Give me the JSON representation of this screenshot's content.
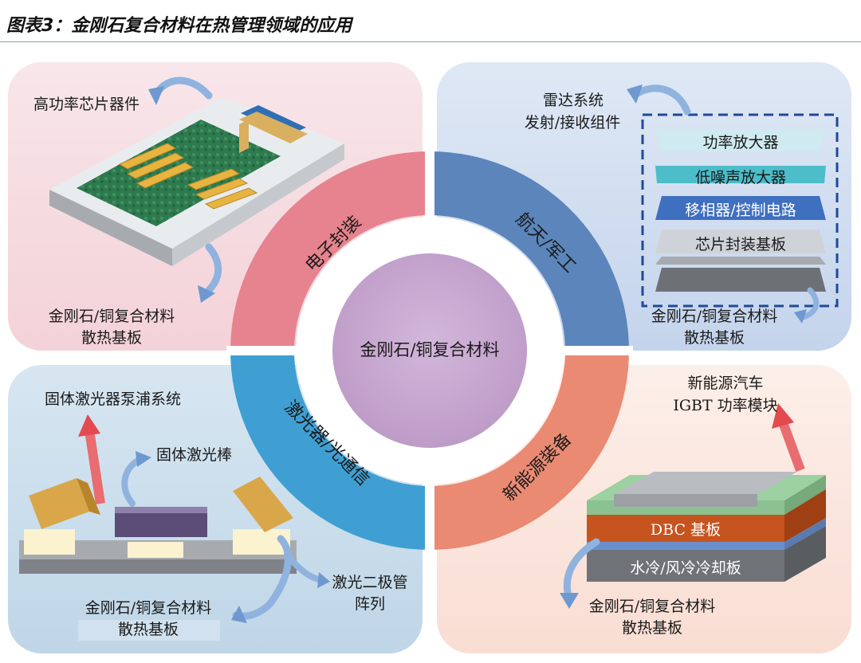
{
  "figure": {
    "title": "图表3：金刚石复合材料在热管理领域的应用"
  },
  "center": {
    "label": "金刚石/铜复合材料"
  },
  "sectors": {
    "electronic": "电子封装",
    "aerospace": "航天/军工",
    "laser": "激光器/光通信",
    "new_energy": "新能源装备"
  },
  "electronic": {
    "chip_label": "高功率芯片器件",
    "substrate_line1": "金刚石/铜复合材料",
    "substrate_line2": "散热基板"
  },
  "aerospace": {
    "system_line1": "雷达系统",
    "system_line2": "发射/接收组件",
    "layers": [
      "功率放大器",
      "低噪声放大器",
      "移相器/控制电路",
      "芯片封装基板"
    ],
    "substrate_line1": "金刚石/铜复合材料",
    "substrate_line2": "散热基板"
  },
  "laser": {
    "pump_label": "固体激光器泵浦系统",
    "rod_label": "固体激光棒",
    "diode_line1": "激光二极管",
    "diode_line2": "阵列",
    "substrate_line1": "金刚石/铜复合材料",
    "substrate_line2": "散热基板"
  },
  "new_energy": {
    "car_line1": "新能源汽车",
    "car_line2": "IGBT 功率模块",
    "dbc_label": "DBC 基板",
    "cooling_label": "水冷/风冷冷却板",
    "substrate_line1": "金刚石/铜复合材料",
    "substrate_line2": "散热基板"
  },
  "colors": {
    "panel_pink": "#f7dfe3",
    "panel_blue": "#cfdcef",
    "panel_lightblue": "#c9dcea",
    "panel_peach": "#fbe6de",
    "ring_pink": "#e6838f",
    "ring_steel": "#5b85bb",
    "ring_cyan": "#3f9fd2",
    "ring_salmon": "#ea8a73",
    "center_purple": "#c8a9d0"
  }
}
